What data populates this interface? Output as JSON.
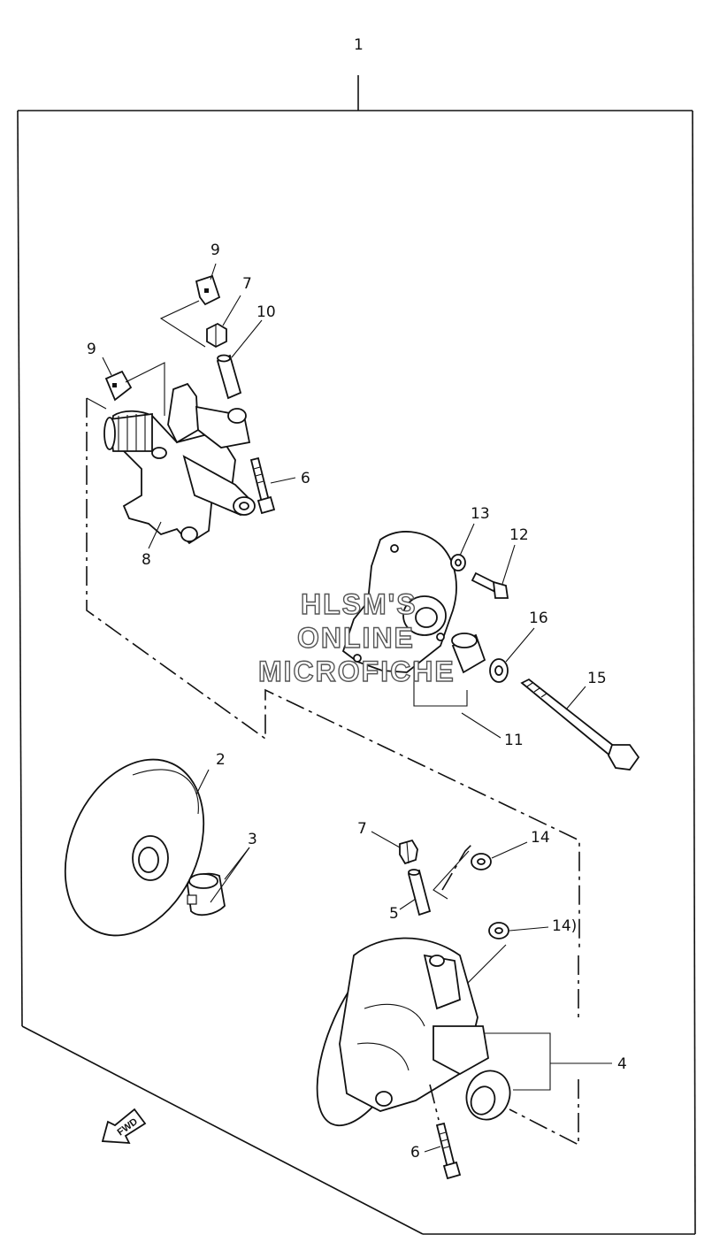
{
  "diagram": {
    "callouts": {
      "c1": "1",
      "c2": "2",
      "c3": "3",
      "c4": "4",
      "c5": "5",
      "c6a": "6",
      "c6b": "6",
      "c7a": "7",
      "c7b": "7",
      "c8": "8",
      "c9a": "9",
      "c9b": "9",
      "c10": "10",
      "c11": "11",
      "c12": "12",
      "c13": "13",
      "c14a": "14",
      "c14b": "14)",
      "c15": "15",
      "c16": "16"
    },
    "watermark": {
      "line1": "HLSM'S",
      "line2": "ONLINE",
      "line3": "MICROFICHE"
    },
    "fwd_label": "FWD"
  }
}
